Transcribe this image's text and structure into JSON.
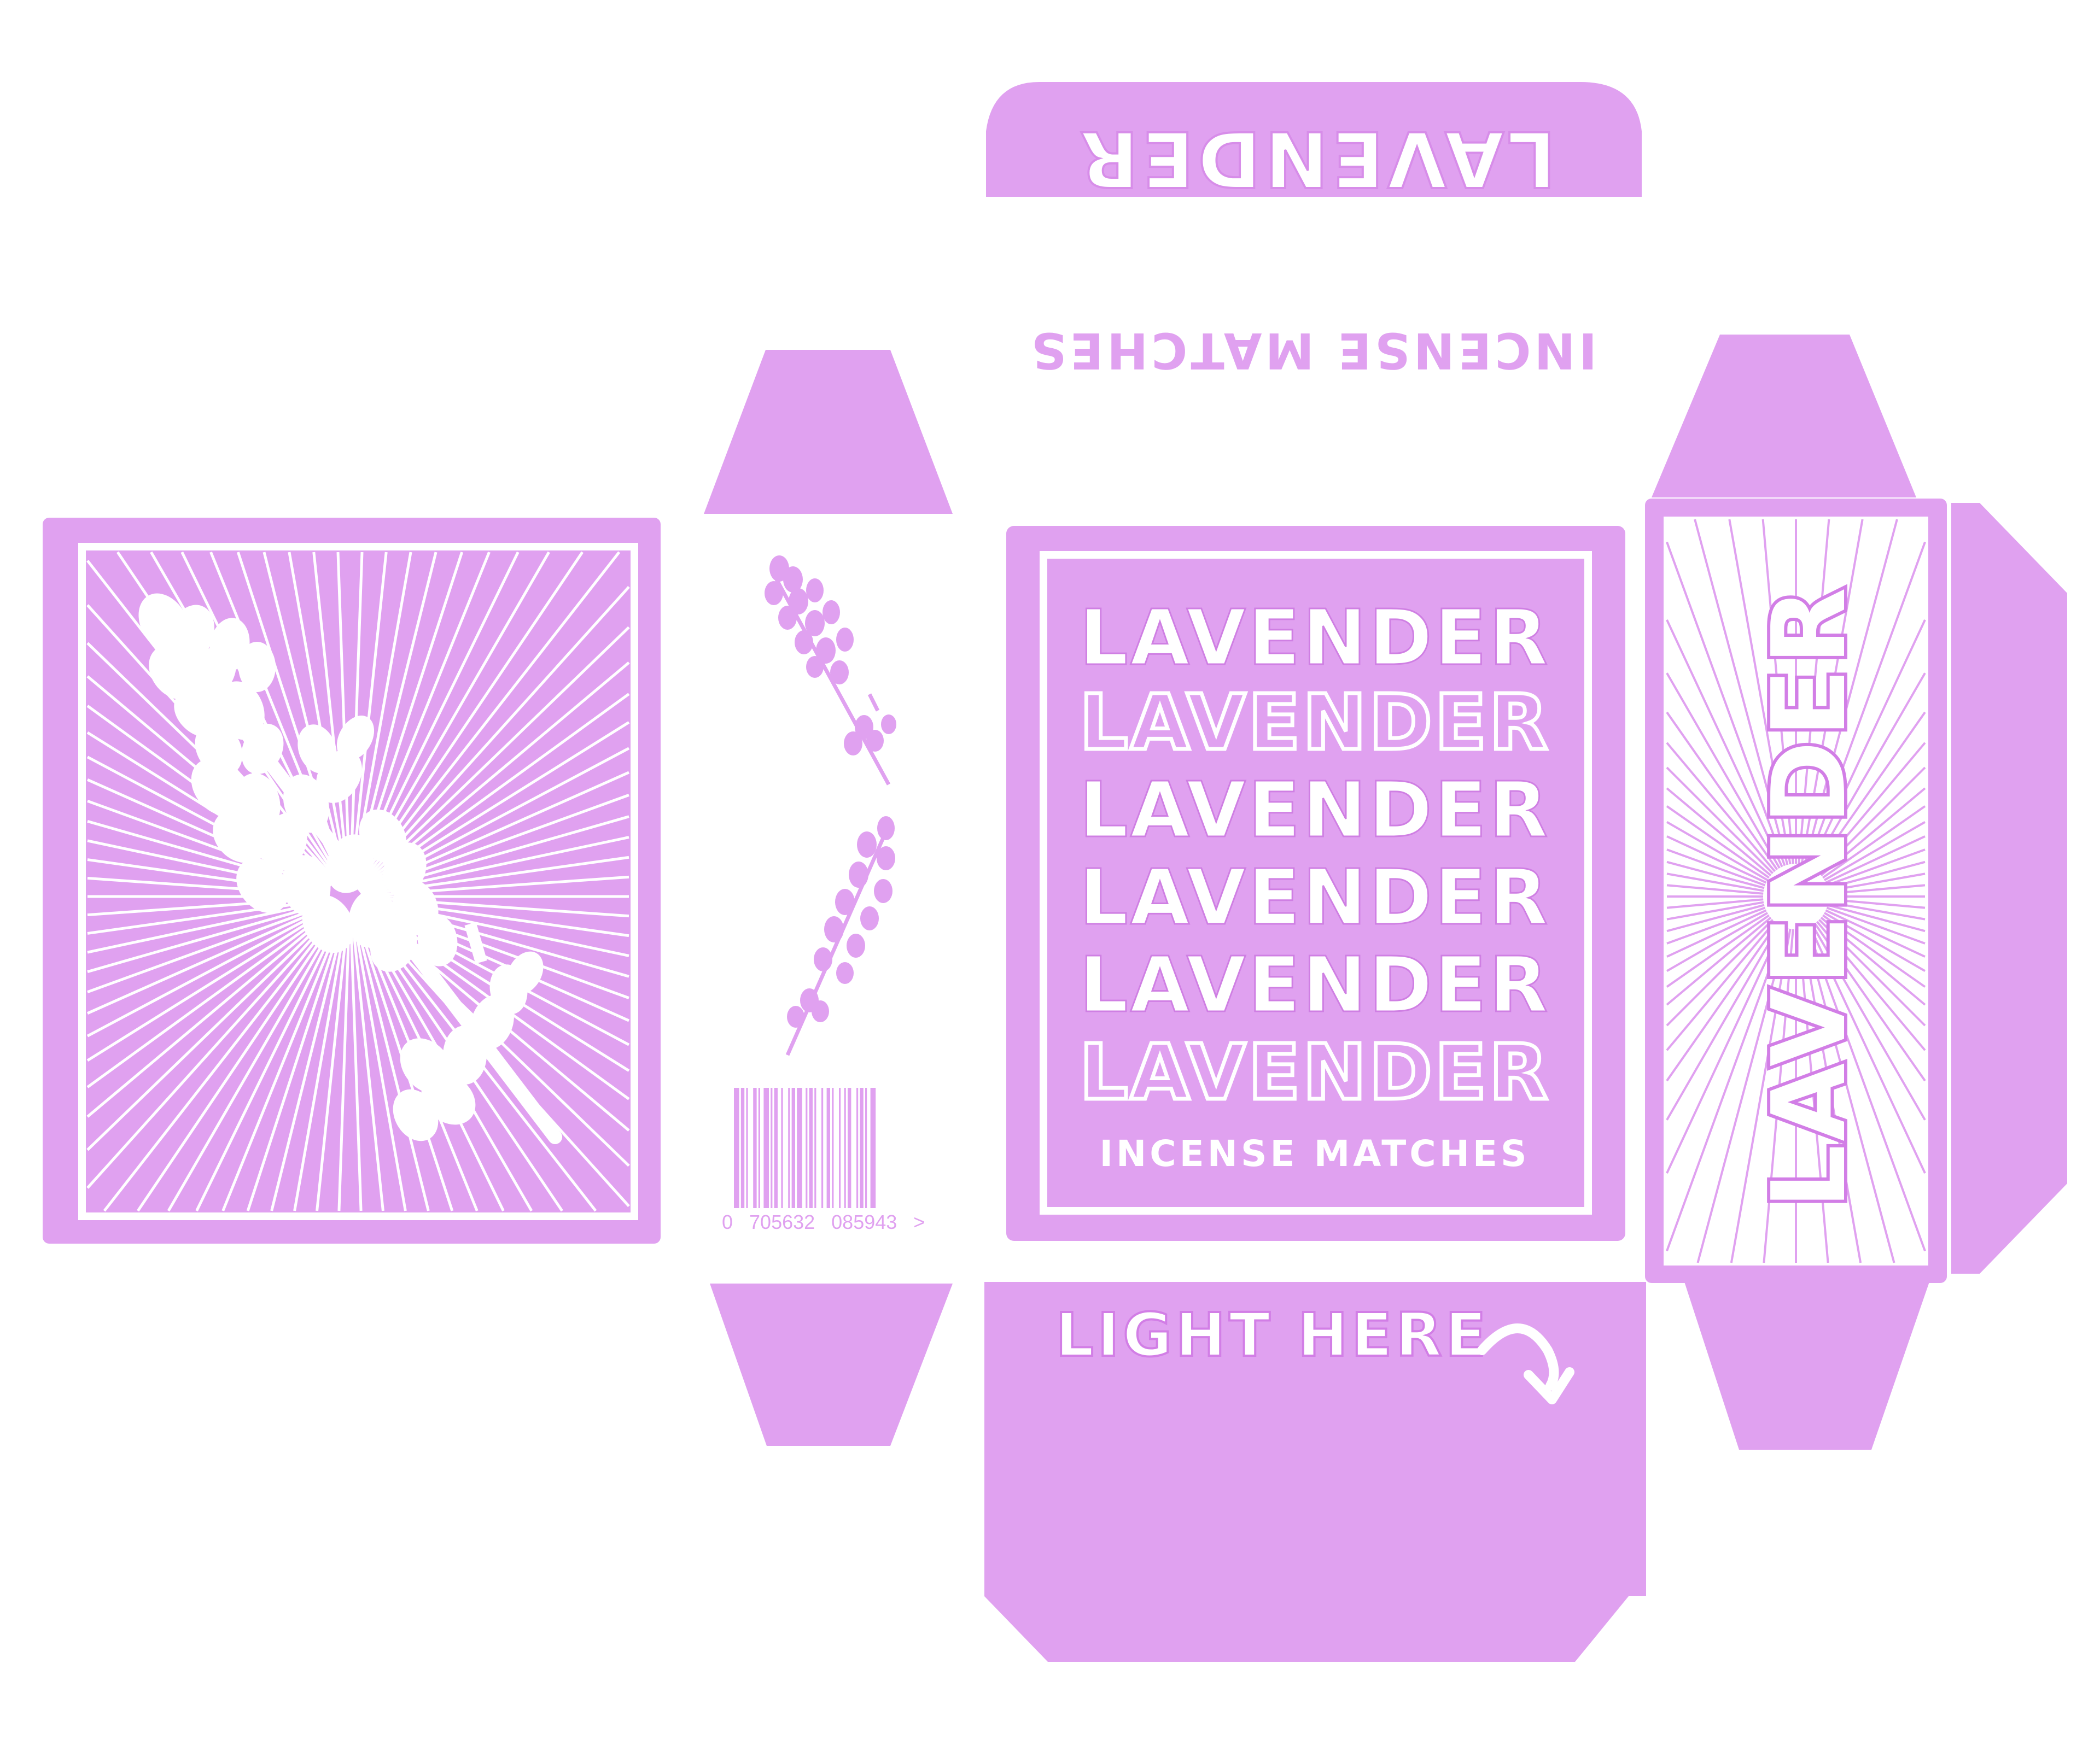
{
  "colors": {
    "primary": "#e0a1f0",
    "secondary": "#ffffff",
    "shadow": "#d9a3ea"
  },
  "top_flap": {
    "title": "LAVENDER",
    "subtitle": "INCENSE MATCHES"
  },
  "front_panel": {
    "stack": [
      "LAVENDER",
      "LAVENDER",
      "LAVENDER",
      "LAVENDER",
      "LAVENDER",
      "LAVENDER"
    ],
    "tagline": "INCENSE MATCHES"
  },
  "side_panel": {
    "barcode_number": "0   705632   085943   >"
  },
  "bottom_panel": {
    "light_label": "LIGHT HERE"
  },
  "right_panel": {
    "vertical_title": "LAVENDER"
  },
  "back_panel": {
    "icon": "lavender-sprig-sunburst"
  }
}
